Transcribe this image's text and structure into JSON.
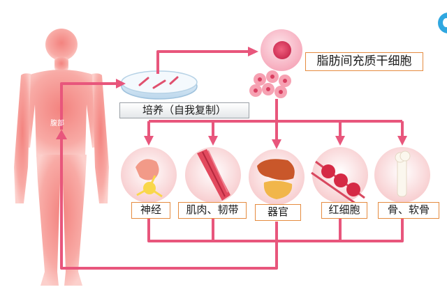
{
  "labels": {
    "adipose_stem_cell": "脂肪间充质干细胞",
    "culture": "培养（自我复制）",
    "abdomen": "腹部",
    "nerve": "神经",
    "muscle_ligament": "肌肉、韧带",
    "organ": "器官",
    "red_blood_cell": "红细胞",
    "bone_cartilage": "骨、软骨"
  },
  "colors": {
    "arrow": "#e8567c",
    "body": "#f8a7a3",
    "label_border": "#e58b3f",
    "badge": "#2fa7e0"
  }
}
